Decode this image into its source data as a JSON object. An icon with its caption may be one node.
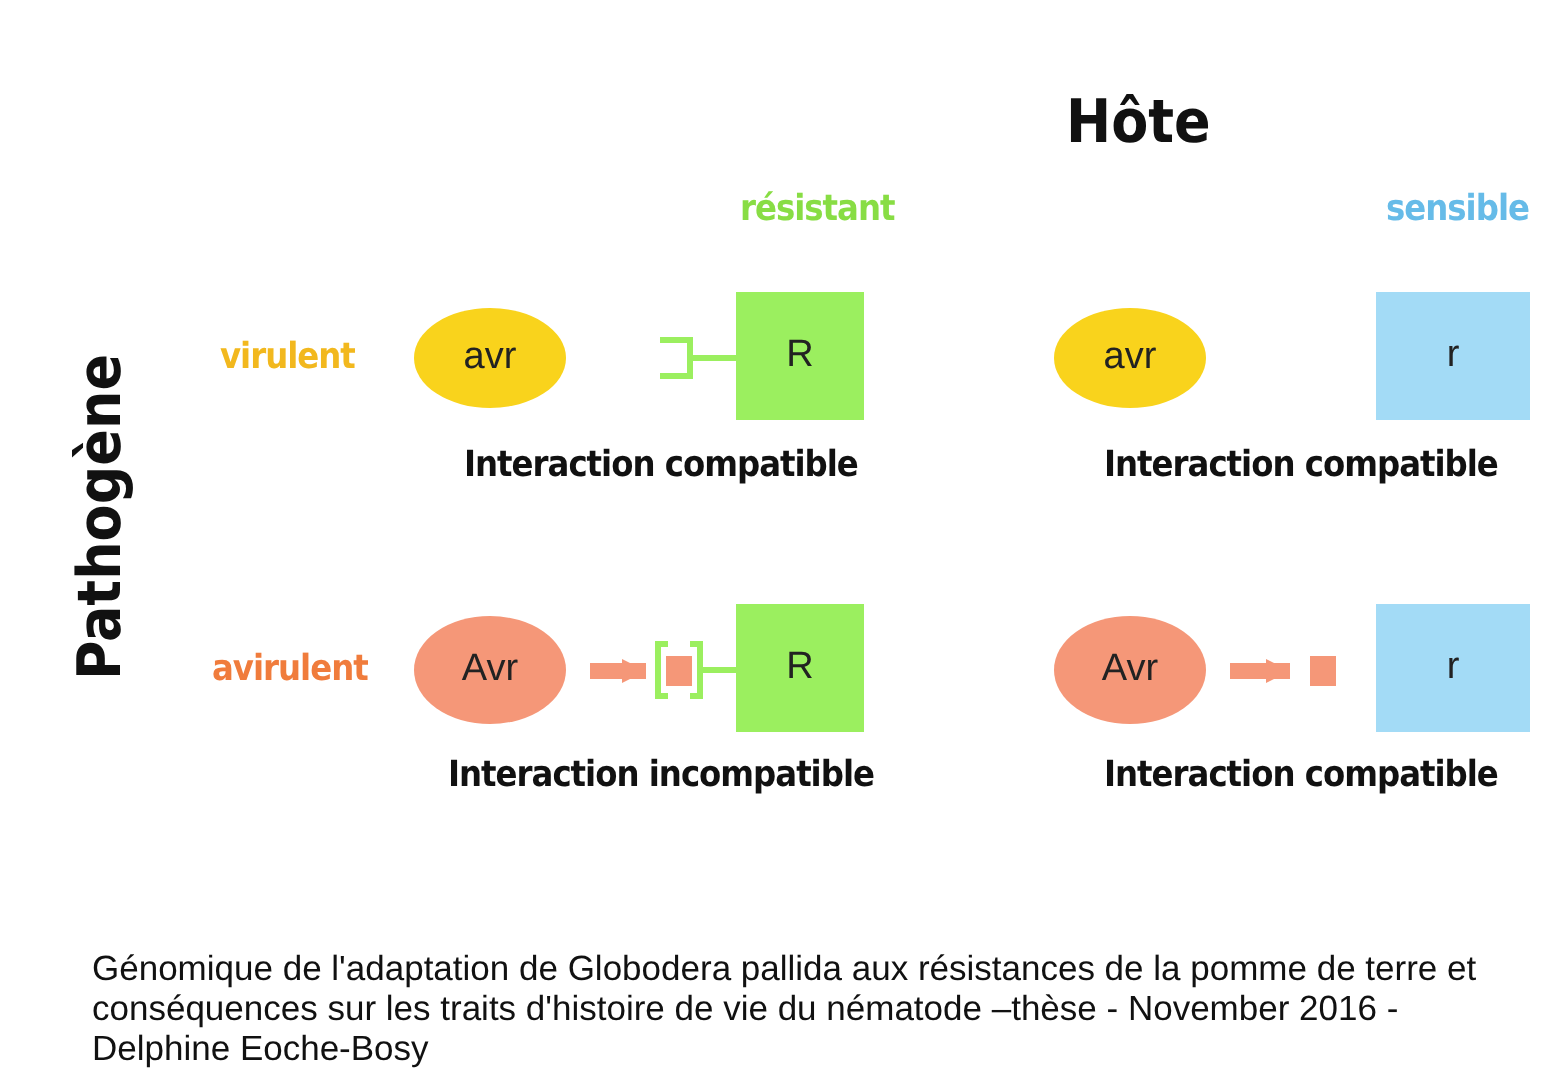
{
  "diagram": {
    "caption": "Génomique de l'adaptation de Globodera pallida aux résistances de la pomme de terre et conséquences sur les traits d'histoire de vie du nématode –thèse - November 2016 - Delphine Eoche-Bosy",
    "nodes": [
      {
        "text": [
          "avr"
        ]
      },
      {
        "text": [
          "R"
        ]
      },
      {
        "text": [
          "avr"
        ]
      },
      {
        "text": [
          "r"
        ]
      },
      {
        "text": [
          "Avr"
        ]
      },
      {
        "text": [],
        "shape": "box"
      },
      {
        "text": [
          "R"
        ]
      },
      {
        "text": [
          "Avr"
        ]
      },
      {
        "text": [],
        "shape": "box"
      },
      {
        "text": [
          "r"
        ]
      }
    ],
    "edges": [
      {
        "from": 4,
        "to": 5,
        "arrow": "to"
      },
      {
        "from": 7,
        "to": 8,
        "arrow": "to"
      }
    ],
    "labels": [
      "Hôte",
      "résistant",
      "sensible",
      "Pathogène",
      "virulent",
      "Interaction compatible",
      "Interaction compatible",
      "avirulent",
      "Interaction incompatible",
      "Interaction compatible"
    ]
  }
}
